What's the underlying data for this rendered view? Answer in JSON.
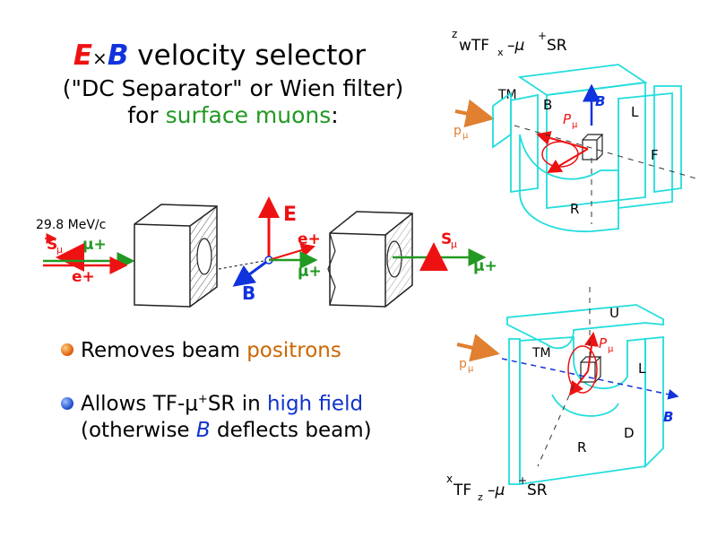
{
  "title": {
    "e": "E",
    "x": "×",
    "b": "B",
    "rest": " velocity selector"
  },
  "subtitle1": "(\"DC Separator\" or Wien filter)",
  "subtitle2": {
    "pre": "for ",
    "highlight": "surface muons",
    "post": ":"
  },
  "bullets": [
    {
      "pre": "Removes beam ",
      "highlight": "positrons",
      "post": ""
    },
    {
      "pre": "Allows TF-μ",
      "sup": "+",
      "mid": "SR in ",
      "highlight": "high field",
      "post": ""
    },
    {
      "pre": "(otherwise ",
      "highlight": "B",
      "post": " deflects beam)"
    }
  ],
  "separator_diagram": {
    "momentum": "29.8 MeV/c",
    "s_mu": "S",
    "s_mu_sub": "μ",
    "mu_plus": "μ+",
    "e_plus": "e+",
    "E": "E",
    "B": "B"
  },
  "geometry_top": {
    "heading_pre": "z",
    "heading_mid": "wTF",
    "heading_sub": "x",
    "heading_mu": "–μ",
    "heading_sup": "+",
    "heading_post": "SR",
    "tm": "TM",
    "p_mu": "p",
    "p_mu_sub": "μ",
    "B_panel": "B",
    "P_mu": "P",
    "P_mu_sub": "μ",
    "B_vec": "B",
    "L": "L",
    "F": "F",
    "R": "R"
  },
  "geometry_bottom": {
    "U": "U",
    "tm": "TM",
    "p_mu": "p",
    "p_mu_sub": "μ",
    "P_mu": "P",
    "P_mu_sub": "μ",
    "L": "L",
    "B_vec": "B",
    "D": "D",
    "R": "R",
    "heading_pre": "x",
    "heading_mid": "TF",
    "heading_sub": "z",
    "heading_mu": "–μ",
    "heading_sup": "+",
    "heading_post": "SR"
  },
  "colors": {
    "red": "#ee1111",
    "blue": "#1133dd",
    "green": "#229922",
    "cyan": "#22dddd",
    "orange": "#e08030"
  }
}
